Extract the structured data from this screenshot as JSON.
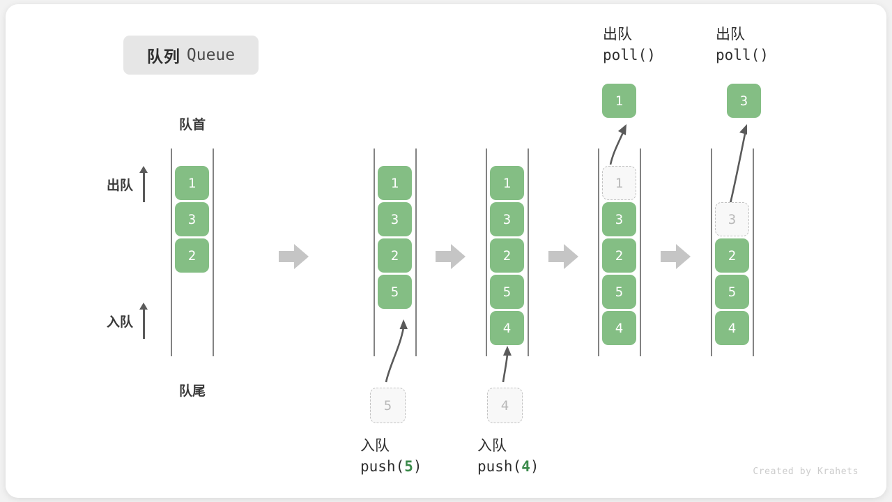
{
  "title": {
    "cn": "队列",
    "en": "Queue"
  },
  "labels": {
    "head": "队首",
    "tail": "队尾",
    "dequeue_side": "出队",
    "enqueue_side": "入队"
  },
  "credit": "Created by Krahets",
  "colors": {
    "cell_fill": "#84be84",
    "cell_text": "#ffffff",
    "ghost_fill": "#f8f8f8",
    "ghost_border": "#c2c2c2",
    "ghost_text": "#b8b8b8",
    "rail": "#5a5a5a",
    "arrow": "#5a5a5a",
    "transition_arrow": "#c5c5c5",
    "badge_bg": "#e6e6e6",
    "code_accent": "#3a8a4a",
    "card_bg": "#ffffff",
    "page_bg": "#f2f2f2"
  },
  "columns": [
    {
      "id": "initial",
      "cells": [
        {
          "value": "1",
          "state": "full"
        },
        {
          "value": "3",
          "state": "full"
        },
        {
          "value": "2",
          "state": "full"
        }
      ],
      "popped": null,
      "incoming": null,
      "caption_top": null,
      "caption_bottom": null
    },
    {
      "id": "after-push-5",
      "cells": [
        {
          "value": "1",
          "state": "full"
        },
        {
          "value": "3",
          "state": "full"
        },
        {
          "value": "2",
          "state": "full"
        },
        {
          "value": "5",
          "state": "full"
        }
      ],
      "popped": null,
      "incoming": {
        "value": "5"
      },
      "caption_top": null,
      "caption_bottom": {
        "cn": "入队",
        "code_prefix": "push(",
        "code_num": "5",
        "code_suffix": ")"
      }
    },
    {
      "id": "after-push-4",
      "cells": [
        {
          "value": "1",
          "state": "full"
        },
        {
          "value": "3",
          "state": "full"
        },
        {
          "value": "2",
          "state": "full"
        },
        {
          "value": "5",
          "state": "full"
        },
        {
          "value": "4",
          "state": "full"
        }
      ],
      "popped": null,
      "incoming": {
        "value": "4"
      },
      "caption_top": null,
      "caption_bottom": {
        "cn": "入队",
        "code_prefix": "push(",
        "code_num": "4",
        "code_suffix": ")"
      }
    },
    {
      "id": "after-poll-1",
      "cells": [
        {
          "value": "1",
          "state": "ghost"
        },
        {
          "value": "3",
          "state": "full"
        },
        {
          "value": "2",
          "state": "full"
        },
        {
          "value": "5",
          "state": "full"
        },
        {
          "value": "4",
          "state": "full"
        }
      ],
      "popped": {
        "value": "1"
      },
      "incoming": null,
      "caption_top": {
        "cn": "出队",
        "code": "poll()"
      },
      "caption_bottom": null
    },
    {
      "id": "after-poll-3",
      "cells": [
        {
          "value": "",
          "state": "empty"
        },
        {
          "value": "3",
          "state": "ghost"
        },
        {
          "value": "2",
          "state": "full"
        },
        {
          "value": "5",
          "state": "full"
        },
        {
          "value": "4",
          "state": "full"
        }
      ],
      "popped": {
        "value": "3"
      },
      "incoming": null,
      "caption_top": {
        "cn": "出队",
        "code": "poll()"
      },
      "caption_bottom": null
    }
  ],
  "transition_arrows": [
    "arrow-1",
    "arrow-2",
    "arrow-3",
    "arrow-4"
  ]
}
